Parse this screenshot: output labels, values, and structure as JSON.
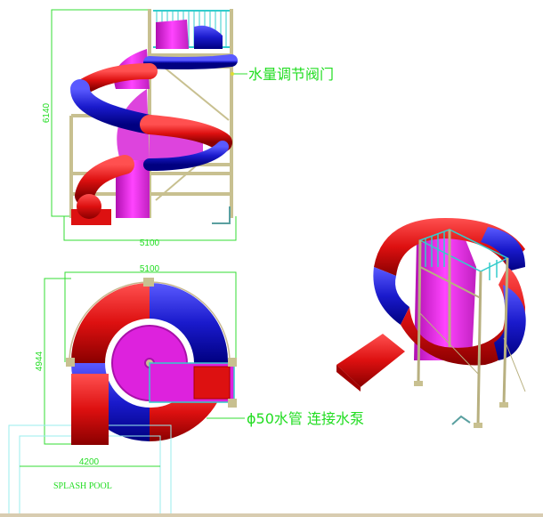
{
  "drawing": {
    "type": "Spiral water slide technical drawing",
    "views": [
      {
        "name": "elevation-view",
        "dimensions": {
          "height": "6140",
          "width": "5100"
        }
      },
      {
        "name": "plan-view",
        "dimensions": {
          "width": "5100",
          "height": "4944",
          "pool_width": "4200"
        }
      },
      {
        "name": "isometric-view"
      }
    ],
    "annotations": {
      "valve": "水量调节阀门",
      "pipe": "ϕ50水管  连接水泵",
      "pool": "SPLASH POOL"
    },
    "dims": {
      "elev_height": "6140",
      "elev_width": "5100",
      "plan_width": "5100",
      "plan_height": "4944",
      "pool_width": "4200"
    },
    "colors": {
      "dimension_line": "#33dd33",
      "tube_red": "#dd1111",
      "tube_blue": "#1a1acc",
      "tower_magenta": "#dd22dd",
      "frame": "#c8c090",
      "railing": "#33cccc",
      "pool_line": "#99eeee"
    }
  }
}
